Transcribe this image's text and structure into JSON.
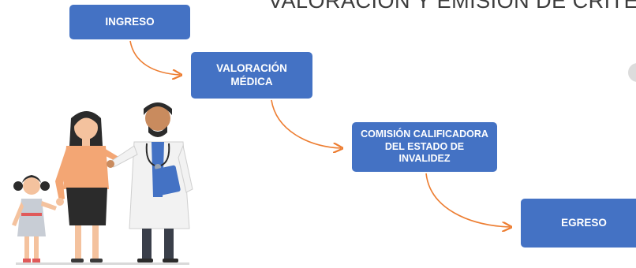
{
  "diagram": {
    "title": "VALORACIÓN Y EMISIÓN DE CRITER",
    "steps": [
      {
        "label": "INGRESO"
      },
      {
        "label": "VALORACIÓN\nMÉDICA"
      },
      {
        "label": "COMISIÓN CALIFICADORA\nDEL ESTADO DE\nINVALIDEZ"
      },
      {
        "label": "EGRESO"
      }
    ],
    "colors": {
      "box": "#4472c4",
      "box_text": "#ffffff",
      "arrow": "#ed7d31",
      "title": "#3c3c3c"
    },
    "illustration": {
      "icon": "family-with-doctor-illustration"
    }
  }
}
